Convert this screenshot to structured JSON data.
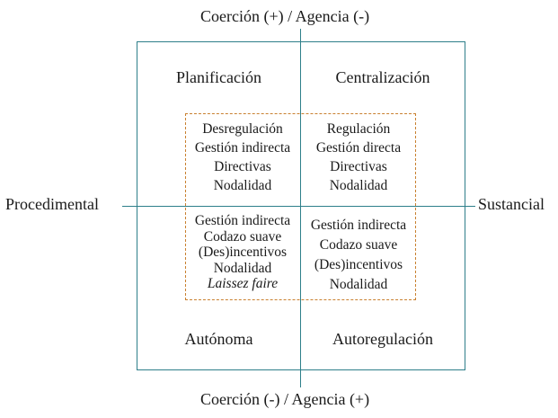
{
  "axes": {
    "top": "Coerción (+) / Agencia (-)",
    "bottom": "Coerción (-) / Agencia (+)",
    "left": "Procedimental",
    "right": "Sustancial"
  },
  "quadrants": {
    "top_left": "Planificación",
    "top_right": "Centralización",
    "bottom_left": "Autónoma",
    "bottom_right": "Autoregulación"
  },
  "inner": {
    "top_left": [
      "Desregulación",
      "Gestión indirecta",
      "Directivas",
      "Nodalidad"
    ],
    "top_right": [
      "Regulación",
      "Gestión directa",
      "Directivas",
      "Nodalidad"
    ],
    "bottom_left": [
      "Gestión indirecta",
      "Codazo suave",
      "(Des)incentivos",
      "Nodalidad",
      "Laissez faire"
    ],
    "bottom_right": [
      "Gestión indirecta",
      "Codazo suave",
      "(Des)incentivos",
      "Nodalidad"
    ]
  },
  "colors": {
    "axis_lines": "#2e7f8a",
    "dashed_box": "#c9802f",
    "text": "#1a1a1a"
  }
}
